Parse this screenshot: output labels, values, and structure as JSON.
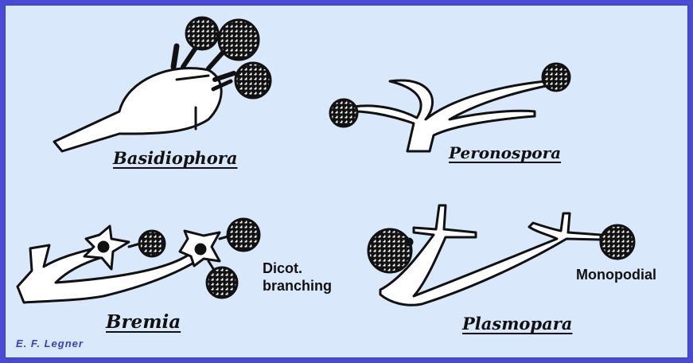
{
  "figures": {
    "basidiophora": "Basidiophora",
    "peronospora": "Peronospora",
    "bremia": "Bremia",
    "plasmopara": "Plasmopara"
  },
  "annotations": {
    "dicot_line1": "Dicot.",
    "dicot_line2": "branching",
    "monopodial": "Monopodial"
  },
  "credit": "E. F. Legner",
  "colors": {
    "border": "#4a4ad8",
    "background": "#d9e9fb",
    "ink": "#111111",
    "credit": "#3c3ccc"
  }
}
